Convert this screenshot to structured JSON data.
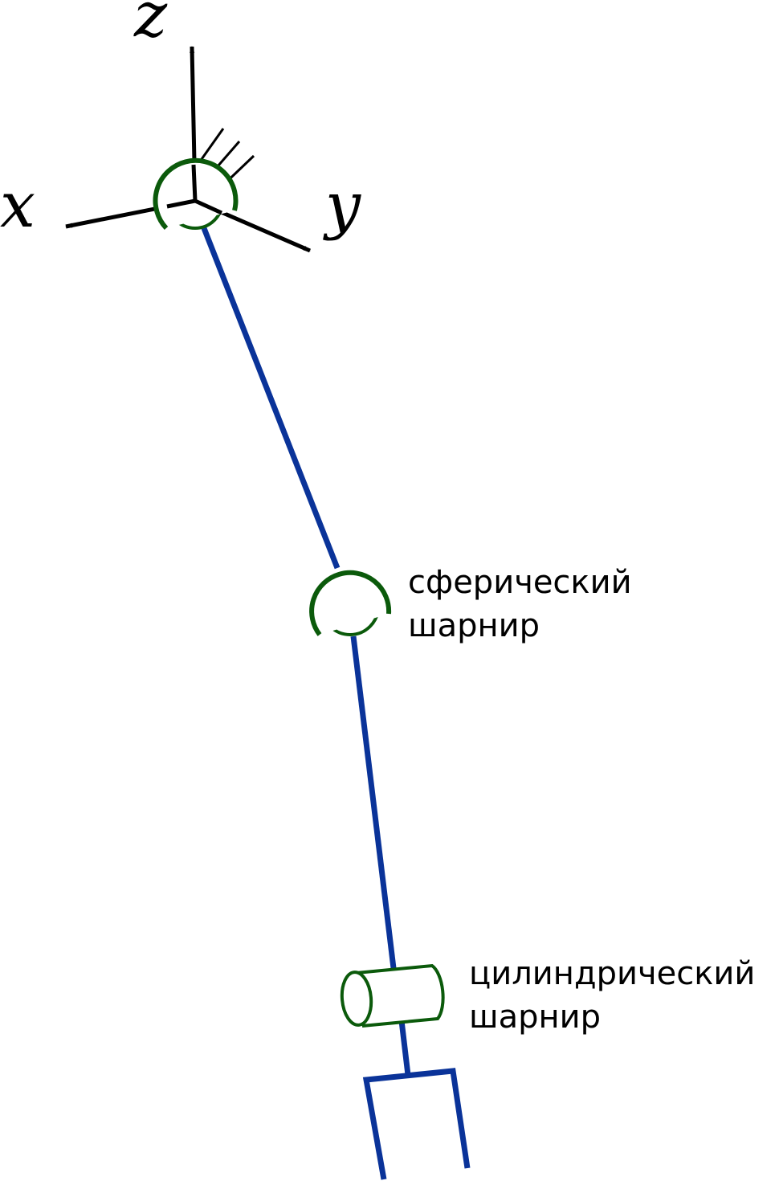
{
  "axes": {
    "x_label": "x",
    "y_label": "y",
    "z_label": "z"
  },
  "joints": {
    "spherical": {
      "line1": "сферический",
      "line2": "шарнир"
    },
    "cylindrical": {
      "line1": "цилиндрический",
      "line2": "шарнир"
    }
  },
  "colors": {
    "link": "#0a3399",
    "joint": "#0b5a0b",
    "axis": "#000000"
  }
}
